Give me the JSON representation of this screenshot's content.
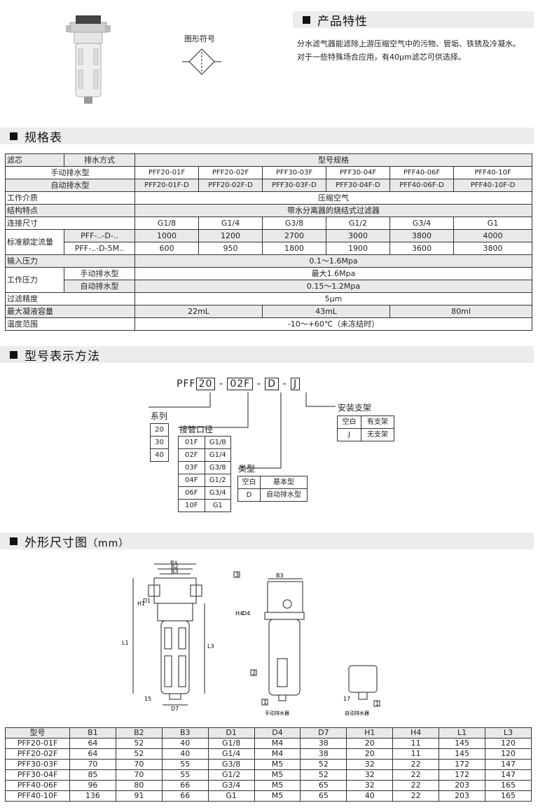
{
  "features": {
    "title": "产品特性",
    "line1": "分水滤气器能滤除上游压缩空气中的污物、管垢、铁锈及冷凝水。",
    "line2": "对于一些特殊场合应用，有40μm滤芯可供选择。"
  },
  "symbol_label": "图形符号",
  "spec": {
    "title": "规格表",
    "h_filter": "滤芯",
    "h_drain": "排水方式",
    "h_model": "型号规格",
    "manual_label": "手动排水型",
    "manual_models": [
      "PFF20-01F",
      "PFF20-02F",
      "PFF30-03F",
      "PFF30-04F",
      "PFF40-06F",
      "PFF40-10F"
    ],
    "auto_label": "自动排水型",
    "auto_models": [
      "PFF20-01F-D",
      "PFF20-02F-D",
      "PFF30-03F-D",
      "PFF30-04F-D",
      "PFF40-06F-D",
      "PFF40-10F-D"
    ],
    "medium_label": "工作介质",
    "medium": "压缩空气",
    "struct_label": "结构特点",
    "struct": "带水分离器的烧结式过滤器",
    "port_label": "连接尺寸",
    "ports": [
      "G1/8",
      "G1/4",
      "G3/8",
      "G1/2",
      "G3/4",
      "G1"
    ],
    "flow_label": "标准额定流量",
    "flow1_label": "PFF-..-D-..",
    "flow1": [
      "1000",
      "1200",
      "2700",
      "3000",
      "3800",
      "4000"
    ],
    "flow2_label": "PFF-..-D-5M..",
    "flow2": [
      "600",
      "950",
      "1800",
      "1900",
      "3600",
      "3800"
    ],
    "inpress_label": "输入压力",
    "inpress": "0.1～1.6Mpa",
    "wpress_label": "工作压力",
    "wp_manual_label": "手动排水型",
    "wp_manual": "最大1.6Mpa",
    "wp_auto_label": "自动排水型",
    "wp_auto": "0.15～1.2Mpa",
    "prec_label": "过滤精度",
    "prec": "5μm",
    "cap_label": "最大凝液容量",
    "caps": [
      "22mL",
      "43mL",
      "80ml"
    ],
    "temp_label": "温度范围",
    "temp": "-10～+60℃（未冻结时）"
  },
  "code": {
    "title": "型号表示方法",
    "prefix": "PFF",
    "p1": "20",
    "p2": "02F",
    "p3": "D",
    "p4": "J",
    "dash": "-",
    "series_label": "系列",
    "series": [
      "20",
      "30",
      "40"
    ],
    "port_label": "接管口径",
    "ports": [
      [
        "01F",
        "G1/8"
      ],
      [
        "02F",
        "G1/4"
      ],
      [
        "03F",
        "G3/8"
      ],
      [
        "04F",
        "G1/2"
      ],
      [
        "06F",
        "G3/4"
      ],
      [
        "10F",
        "G1"
      ]
    ],
    "type_label": "类型",
    "types": [
      [
        "空白",
        "基本型"
      ],
      [
        "D",
        "自动排水型"
      ]
    ],
    "mount_label": "安装支架",
    "mounts": [
      [
        "空白",
        "有支架"
      ],
      [
        "J",
        "无支架"
      ]
    ]
  },
  "dims": {
    "title": "外形尺寸图",
    "unit": "（mm）",
    "labels": {
      "b1": "B1",
      "b2": "B2",
      "b3": "B3",
      "h1": "H1",
      "d1": "D1",
      "l1": "L1",
      "l3": "L3",
      "l5": "15",
      "d7": "D7",
      "h4": "H4",
      "d4": "D4",
      "c1": "1",
      "c2": "2",
      "c3": "3",
      "l7": "17"
    },
    "manual_cap": "手动排水器",
    "auto_cap": "自动排水器",
    "headers": [
      "型号",
      "B1",
      "B2",
      "B3",
      "D1",
      "D4",
      "D7",
      "H1",
      "H4",
      "L1",
      "L3"
    ],
    "rows": [
      [
        "PFF20-01F",
        "64",
        "52",
        "40",
        "G1/8",
        "M4",
        "38",
        "20",
        "11",
        "145",
        "120"
      ],
      [
        "PFF20-02F",
        "64",
        "52",
        "40",
        "G1/4",
        "M4",
        "38",
        "20",
        "11",
        "145",
        "120"
      ],
      [
        "PFF30-03F",
        "70",
        "70",
        "55",
        "G3/8",
        "M5",
        "52",
        "32",
        "22",
        "172",
        "147"
      ],
      [
        "PFF30-04F",
        "85",
        "70",
        "55",
        "G1/2",
        "M5",
        "52",
        "32",
        "22",
        "172",
        "147"
      ],
      [
        "PFF40-06F",
        "96",
        "80",
        "66",
        "G3/4",
        "M5",
        "65",
        "32",
        "22",
        "203",
        "165"
      ],
      [
        "PFF40-10F",
        "136",
        "91",
        "66",
        "G1",
        "M5",
        "65",
        "40",
        "22",
        "203",
        "165"
      ]
    ]
  }
}
